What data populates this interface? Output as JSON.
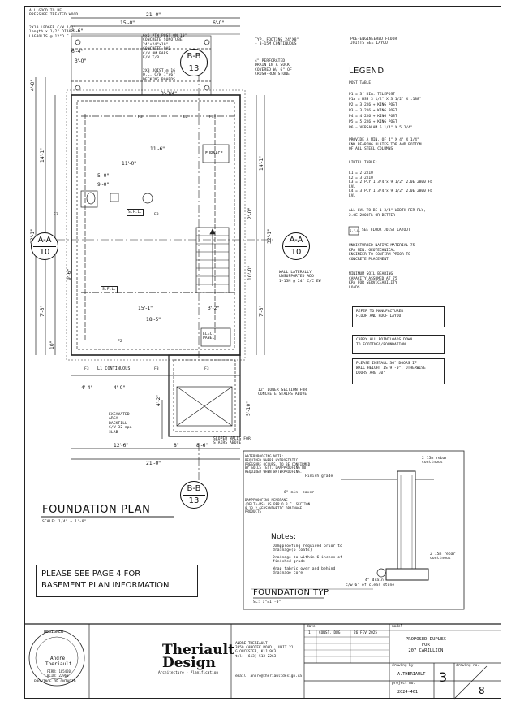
{
  "drawing": {
    "title": "FOUNDATION PLAN",
    "scale": "SCALE: 1/4\" = 1'-0\"",
    "notice": [
      "PLEASE SEE PAGE 4 FOR",
      "BASEMENT PLAN INFORMATION"
    ],
    "detail_title": "FOUNDATION TYP.",
    "detail_scale": "SC: 1\"=1'-0\""
  },
  "top_notes": {
    "all_good": "ALL GOOD TO BE\nPRESSURE TREATED WOOD",
    "ledger": "2X10 LEDGER C/W 1/2\"\nlength x 1/2\" DIA0\nLAGBOLTS @ 12\"O.C.",
    "post": "6x6 PTW POST ON 10\"\nCONCRETE SONOTUBE\n24\"x24\"x10\"\nCONCRETE PAD\nC/W 8M BARS\nE/W T/B",
    "joist": "2X8 JOIST @ 16\nO.C. C/W 1\"x6\"\nDECKING BOARDS",
    "footing": "TYP. FOOTING 24\"X8\"\n+ 3-15M CONTINUOUS",
    "drain": "4\" PERFORATED\nDRAIN IN A SOCK\nCOVERED W/ 6\" OF\nCRUSH-RUN STONE",
    "preeng": "PRE-ENGINEERED FLOOR\nJOISTS SEE LAYOUT"
  },
  "plan_labels": {
    "furnace": "FURNACE",
    "elec": "ELEC.\nPANEL",
    "sfl": "S.F.L.",
    "wall_note": "WALL LATERALLY\nUNSUPPORTED ADD\n1-15M @ 24\" C/C EW",
    "l1": "L1 CONTINUOUS",
    "lower": "12\" LOWER SECTION FOR\nCONCRETE STAIRS ABOVE",
    "excavated": "EXCAVATED\nAREA\nBACKFILL\nC/W 32 mpa\nSLAB",
    "sloped": "SLOPED WALLS FOR\nSTAIRS ABOVE",
    "posts": [
      "F3",
      "F3",
      "L2",
      "F3",
      "F3",
      "F2",
      "F3",
      "F3",
      "F3"
    ]
  },
  "dimensions": {
    "top_overall": "21'-0\"",
    "top": [
      "15'-0\"",
      "6'-0\""
    ],
    "top2": [
      "8'-6\"",
      "6'-4\"",
      "3'-0\"",
      "3'-3/4\""
    ],
    "interior": [
      "11'-0\"",
      "11'-6\"",
      "9'-0\"",
      "5'-0\"",
      "15'-1\"",
      "18'-5\"",
      "3'-2\""
    ],
    "left": [
      "4'-0\"",
      "14'-1\"",
      "32'-1\"",
      "7'-8\"",
      "10\""
    ],
    "right": [
      "14'-1\"",
      "32'-1\"",
      "7'-8\"",
      "2'-0\"",
      "10'-0\"",
      "9'-6\""
    ],
    "bottom": [
      "4'-4\"",
      "4'-0\"",
      "4'-2\"",
      "12'-6\"",
      "8'-6\"",
      "8\"",
      "21'-0\"",
      "5'-10\""
    ]
  },
  "sections": [
    {
      "top": "B-B",
      "bot": "13"
    },
    {
      "top": "A-A",
      "bot": "10"
    },
    {
      "top": "A-A",
      "bot": "10"
    },
    {
      "top": "B-B",
      "bot": "13"
    }
  ],
  "legend": {
    "title": "LEGEND",
    "post_table_title": "POST TABLE:",
    "posts": [
      "P1 = 3\" DIA. TELEPOST",
      "P1a = HSS 3 1/2\" X 3 1/2\" X .188\"",
      "P2 = 3-2X6 + KING POST",
      "P3 = 3-2X6 + KING POST",
      "P4 = 4-2X6 + KING POST",
      "P5 = 5-2X6 + KING POST",
      "P6 = VERSALAM 5 1/4\" X 5 1/4\""
    ],
    "plate_note": "PROVIDE A MIN. OF 4\" X 4\" X 1/4\"\nEND BEARING PLATES TOP AND BOTTOM\nOF ALL STEEL COLUMNS",
    "lintel_title": "LINTEL TABLE:",
    "lintels": "L1 = 2-2X10\nL2 = 3-2X10\nL3 = 2 PLY 1 3/4\"x 9 1/2\" 2.0E 2800 Fb\nLVL\nL4 = 3 PLY 1 3/4\"x 9 1/2\" 2.0E 2800 Fb\nLVL",
    "lvl_note": "ALL LVL TO BE 1 3/4\" WIDTH PER PLY,\n2.0E 2800Fb OR BETTER",
    "sfl_tag": "S.F.L.",
    "sfl_note": "SEE FLOOR JOIST LAYOUT",
    "soil_note": "UNDISTURBED NATIVE MATERIAL 75\nKPA MIN. GEOTECHNICAL\nENGINEER TO CONFIRM PRIOR TO\nCONCRETE PLACEMENT",
    "bearing_note": "MINIMUM SOIL BEARING\nCAPACITY ASSUMED AT 75\nKPA FOR SERVICEABILITY\nLOADS",
    "boxes": [
      "REFER TO MANUFACTURER\nFLOOR AND ROOF LAYOUT",
      "CARRY ALL POINTLOADS DOWN\nTO FOOTINGS/FOUNDATION",
      "PLEASE INSTALL 36\" DOORS IF\nWALL HEIGHT IS 9'-0\", OTHERWISE\nDOORS ARE 30\""
    ]
  },
  "detail": {
    "waterproof": "WATERPROOFING NOTE:\nREQUIRED WHERE HYDROSTATIC\nPRESSURE OCCURS, TO BE CONFIRMED\nBY SOILS TEST. DAMPPROOFING NOT\nREQUIRED WHEN WATERPROOFING.",
    "finish_grade": "Finish grade",
    "cover": "6\" min. cover",
    "damp": "DAMPPROOFING MEMBRANE\n(DELTA-MS) AS PER O.B.C. SECTION\n9.13.2 GEOSYNTHETIC DRAINAGE\nPRODUCTS",
    "rebar_top": "2 15m rebar\ncontinous",
    "rebar_bot": "2 15m rebar\ncontinous",
    "drain": "4\" drain",
    "stone": "c/w 6\" of clear stone",
    "notes_title": "Notes:",
    "notes": [
      "Dampproofing required prior to\ndrainage(6 coats)",
      "Drainage to within 6 inches of\nfinished grade",
      "Wrap fabric over and behind\ndrainage core"
    ]
  },
  "title_block": {
    "seal": [
      "DESIGNER",
      "Andre",
      "Theriault",
      "FIRM: 105420",
      "BCIN: 22968",
      "PROVINCE OF ONTARIO"
    ],
    "logo": "Theriault",
    "logo2": "Design",
    "logo_sub": "Architecture - Planification",
    "address": "ANDRE THERIAULT\n3350 CANOTEK ROAD , UNIT 21\nGLOUCESTER, K1J 9C3\ntel: (613) 513-2263",
    "email": "email: andre@theriaultdesign.ca",
    "date_label": "date",
    "rev_no": "1",
    "rev": "CONST. DWG",
    "rev_date": "26 FEV 2025",
    "model_label": "model",
    "model": "PROPOSED DUPLEX\nFOR\n207 CARILLION",
    "drawn_label": "drawing by",
    "drawn": "A.THERIAULT",
    "project_label": "project no.",
    "project": "2024-461",
    "sheet_label": "drawing no.",
    "sheet": "3",
    "total": "8"
  }
}
